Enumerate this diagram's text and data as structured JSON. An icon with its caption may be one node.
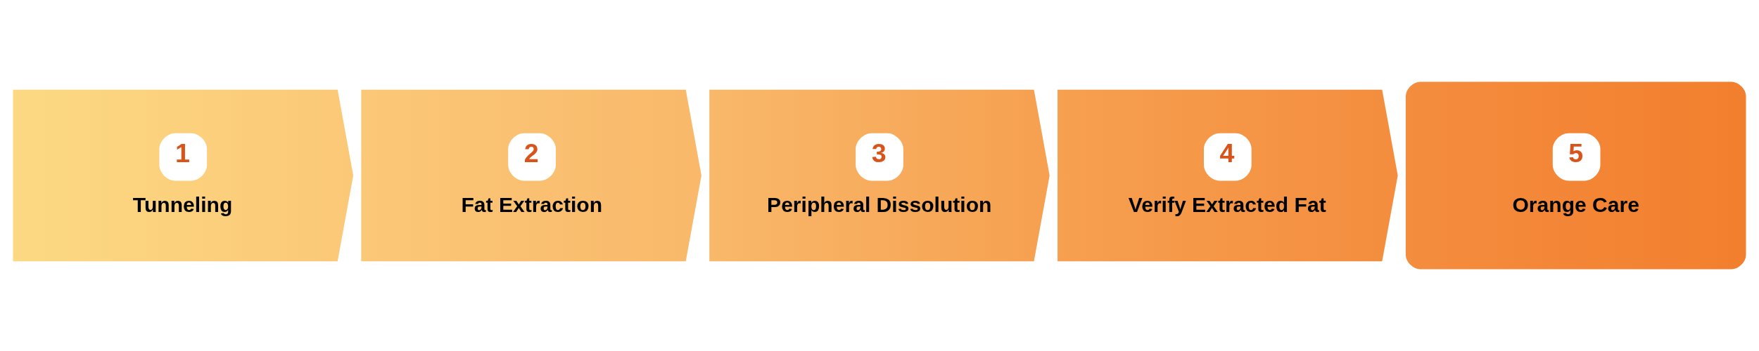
{
  "diagram": {
    "nodes": [
      {
        "text": [
          "1",
          "Tunneling"
        ]
      },
      {
        "text": [
          "2",
          "Fat Extraction"
        ]
      },
      {
        "text": [
          "3",
          "Peripheral Dissolution"
        ]
      },
      {
        "text": [
          "4",
          "Verify Extracted Fat"
        ]
      },
      {
        "text": [
          "5",
          "Orange Care"
        ]
      }
    ],
    "edges": []
  }
}
